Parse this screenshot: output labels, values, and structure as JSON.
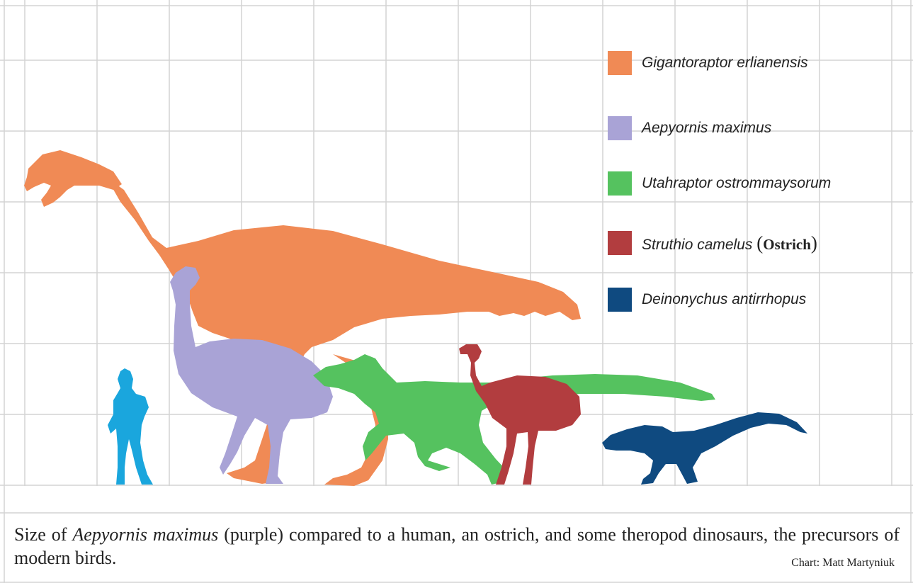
{
  "legend": [
    {
      "name": "Gigantoraptor erlianensis",
      "common": "",
      "color": "#f08a55"
    },
    {
      "name": "Aepyornis maximus",
      "common": "",
      "color": "#a9a3d6"
    },
    {
      "name": "Utahraptor ostrommaysorum",
      "common": "",
      "color": "#55c25f"
    },
    {
      "name": "Struthio camelus",
      "common": "Ostrich",
      "color": "#b23d3f"
    },
    {
      "name": "Deinonychus antirrhopus",
      "common": "",
      "color": "#0f4a80"
    }
  ],
  "human_color": "#1aa6dd",
  "grid_color": "#d4d4d4",
  "caption": {
    "prefix": "Size of ",
    "species": "Aepyornis maximus",
    "suffix": " (purple) compared to a human, an ostrich, and some theropod dinosaurs, the precursors of modern birds."
  },
  "credit": "Chart: Matt Martyniuk"
}
